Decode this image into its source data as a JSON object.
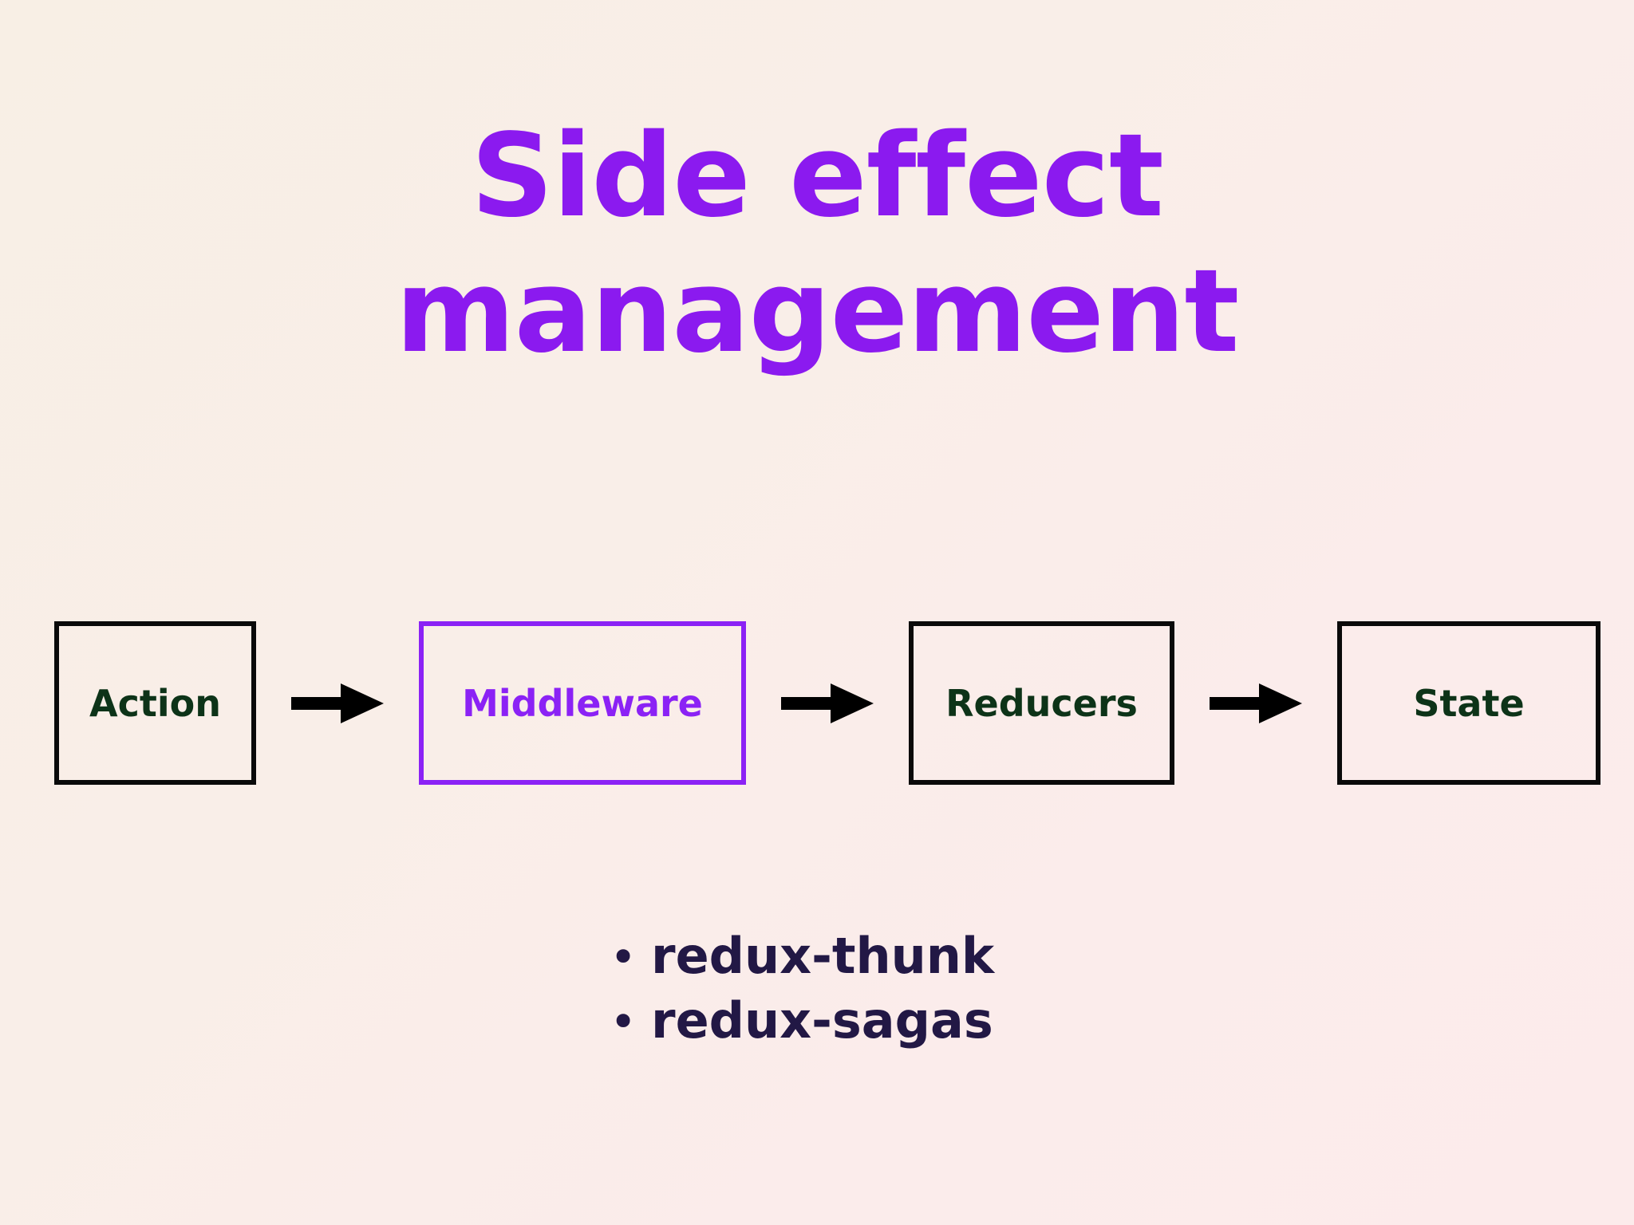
{
  "slide": {
    "background_from": "#f8efe5",
    "background_to": "#fcebeb"
  },
  "title": {
    "line1": "Side effect",
    "line2": "management",
    "color": "#8b1aef"
  },
  "flow": {
    "boxes": [
      {
        "label": "Action",
        "border_color": "#0a0a0a",
        "text_color": "#0d3318"
      },
      {
        "label": "Middleware",
        "border_color": "#8b22f5",
        "text_color": "#8b22f5"
      },
      {
        "label": "Reducers",
        "border_color": "#0a0a0a",
        "text_color": "#0d3318"
      },
      {
        "label": "State",
        "border_color": "#0a0a0a",
        "text_color": "#0d3318"
      }
    ],
    "arrows": [
      {
        "name": "arrow-action-to-middleware",
        "color": "#000000"
      },
      {
        "name": "arrow-middleware-to-reducers",
        "color": "#000000"
      },
      {
        "name": "arrow-reducers-to-state",
        "color": "#000000"
      }
    ]
  },
  "bullets": {
    "marker": "•",
    "color": "#221845",
    "items": [
      {
        "text": "redux-thunk"
      },
      {
        "text": "redux-sagas"
      }
    ]
  }
}
